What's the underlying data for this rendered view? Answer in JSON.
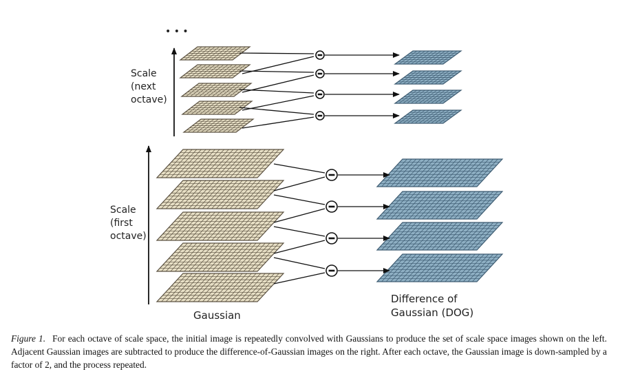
{
  "figure": {
    "ellipsis": "• • •",
    "label_next_octave": [
      "Scale",
      "(next",
      "octave)"
    ],
    "label_first_octave": [
      "Scale",
      "(first",
      "octave)"
    ],
    "label_gaussian": "Gaussian",
    "label_dog": [
      "Difference of",
      "Gaussian (DOG)"
    ],
    "minus_symbol": "−",
    "colors": {
      "gaussian_fill": "#e8e0c6",
      "gaussian_grid": "#5a5040",
      "dog_fill": "#8fb0c4",
      "dog_grid": "#3c5a70",
      "line": "#111111"
    }
  },
  "caption": {
    "label": "Figure 1.",
    "text": "For each octave of scale space, the initial image is repeatedly convolved with Gaussians to produce the set of scale space images shown on the left. Adjacent Gaussian images are subtracted to produce the difference-of-Gaussian images on the right. After each octave, the Gaussian image is down-sampled by a factor of 2, and the process repeated."
  }
}
